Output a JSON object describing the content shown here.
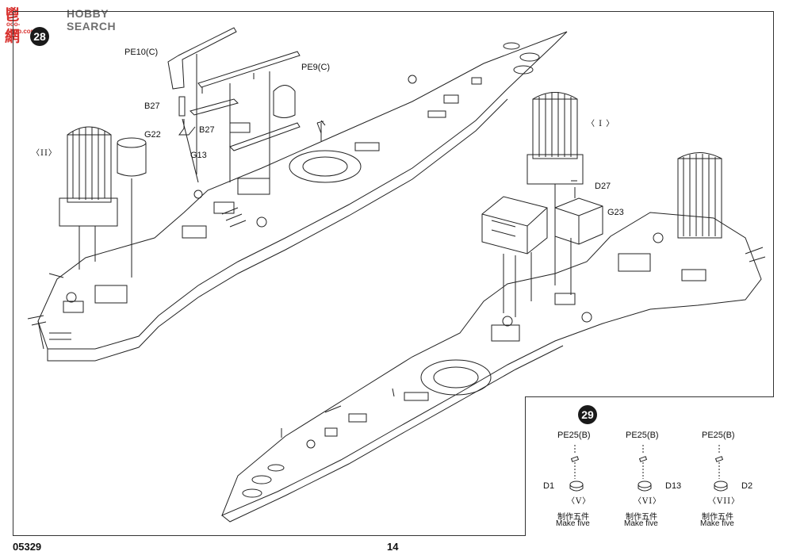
{
  "watermark": {
    "logo": "鬯網",
    "site": "HOBBY SEARCH",
    "sub": "ooo-shop.com"
  },
  "step_28": {
    "number": "28",
    "labels": {
      "pe10": "PE10(C)",
      "pe9": "PE9(C)",
      "b27a": "B27",
      "b27b": "B27",
      "g22": "G22",
      "g13": "G13",
      "assy_ii": "〈II〉",
      "assy_i": "〈 I 〉",
      "d27": "D27",
      "g23": "G23"
    }
  },
  "step_29": {
    "number": "29",
    "columns": [
      {
        "pe": "PE25(B)",
        "part": "D1",
        "assy": "〈V〉",
        "cn": "制作五件",
        "en": "Make five"
      },
      {
        "pe": "PE25(B)",
        "part": "D13",
        "assy": "〈VI〉",
        "cn": "制作五件",
        "en": "Make five"
      },
      {
        "pe": "PE25(B)",
        "part": "D2",
        "assy": "〈VII〉",
        "cn": "制作五件",
        "en": "Make five"
      }
    ]
  },
  "footer": {
    "code": "05329",
    "page": "14"
  },
  "colors": {
    "line": "#222222",
    "accent_red": "#d8322f",
    "badge": "#1a1a1a"
  }
}
